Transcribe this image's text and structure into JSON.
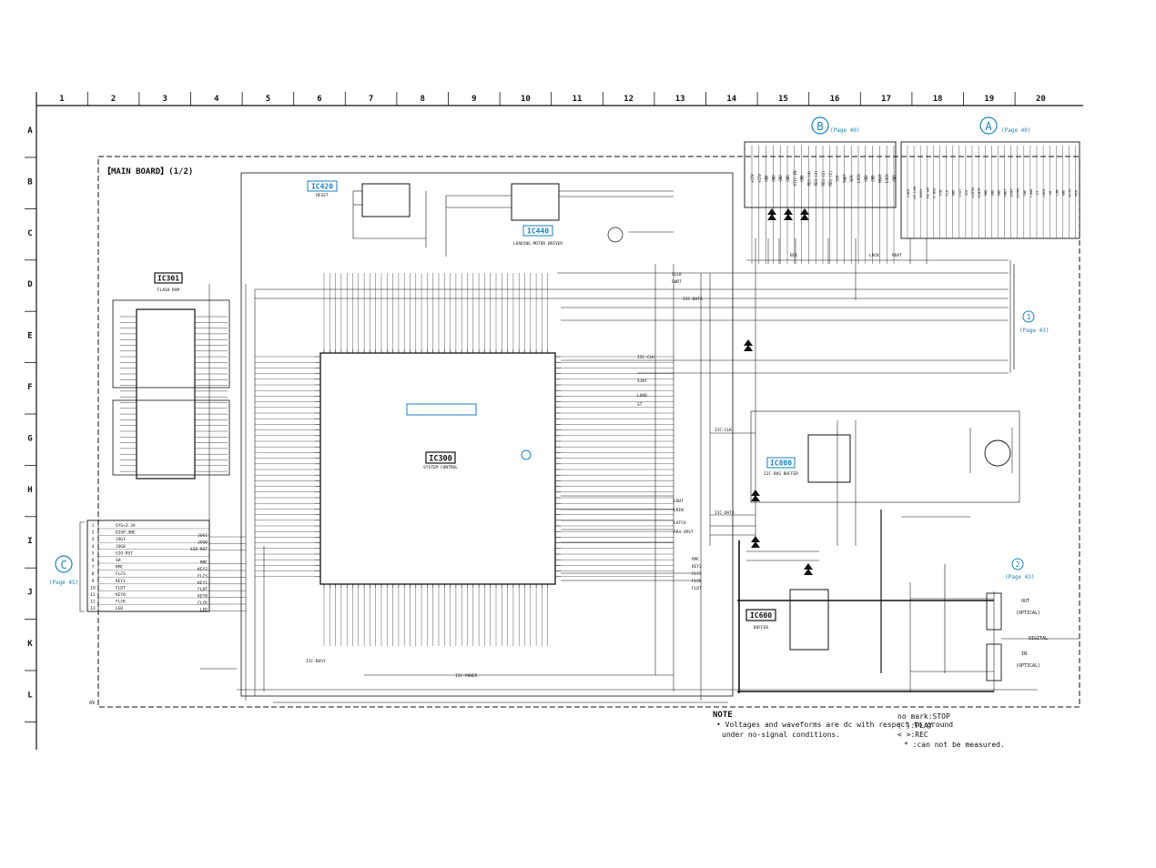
{
  "columns": [
    "1",
    "2",
    "3",
    "4",
    "5",
    "6",
    "7",
    "8",
    "9",
    "10",
    "11",
    "12",
    "13",
    "14",
    "15",
    "16",
    "17",
    "18",
    "19",
    "20"
  ],
  "rows": [
    "A",
    "B",
    "C",
    "D",
    "E",
    "F",
    "G",
    "H",
    "I",
    "J",
    "K",
    "L"
  ],
  "board_title": "【MAIN BOARD】(1/2)",
  "ics": {
    "ic420": {
      "name": "IC420",
      "desc": "RESET"
    },
    "ic440": {
      "name": "IC440",
      "desc": "LOADING MOTOR DRIVER"
    },
    "ic301": {
      "name": "IC301",
      "desc": "FLASH RAM"
    },
    "ic300": {
      "name": "IC300",
      "desc": "SYSTEM CONTROL"
    },
    "ic800": {
      "name": "IC800",
      "desc": "I2C BUS BUFFER"
    },
    "ic600": {
      "name": "IC600",
      "desc": "BUFFER"
    }
  },
  "connectors": {
    "a": {
      "letter": "A",
      "page": "(Page 40)"
    },
    "b": {
      "letter": "B",
      "page": "(Page 40)"
    },
    "c": {
      "letter": "C",
      "page": "(Page 45)"
    },
    "one": {
      "num": "1",
      "page": "(Page 43)"
    },
    "two": {
      "num": "2",
      "page": "(Page 43)"
    }
  },
  "connector_c_pins": [
    "SYS+3.3V",
    "DISP.ONE",
    "JOG1",
    "JOG0",
    "SIO-RST",
    "SH",
    "RMC",
    "FLCS",
    "KEY1",
    "FLDT",
    "KEY0",
    "FLCK",
    "LED"
  ],
  "connector_c_right": [
    "JOG1",
    "JOG0",
    "SIO-RST",
    "",
    "RMC",
    "KEY2",
    "FLCS",
    "KEY1",
    "FLDT",
    "KEY0",
    "FLCK",
    "LED"
  ],
  "connector_b_pins": [
    "+15V",
    "+15V",
    "GND",
    "GND",
    "GND",
    "GND",
    "XIIC-EN",
    "GND",
    "REQ-(4)",
    "REQ-(3)",
    "REQ-(2)",
    "REQ-(1)",
    "SCK",
    "SWDT",
    "BCK",
    "LRCK",
    "GND",
    "GND",
    "MDAT",
    "LRCK",
    "GND"
  ],
  "connector_a_pins": [
    "LOCK",
    "LR-LOW",
    "BUSY",
    "RE-EN",
    "D-BUS",
    "STB",
    "CLK",
    "GND",
    "STDT",
    "SCK",
    "XLRTN",
    "XINTR",
    "GND",
    "GND",
    "GND",
    "SWDT",
    "XINT",
    "XSYNC",
    "GND",
    "LOAD",
    "ST",
    "LRCK",
    "LR",
    "LOW",
    "GND",
    "A+5V",
    "MCK"
  ],
  "optical": {
    "label1": "(OPTICAL)",
    "label2": "(OPTICAL)",
    "digital": "DIGITAL",
    "out": "OUT",
    "in": "IN"
  },
  "signals": [
    "IIC-DATA",
    "IIC-CLK",
    "XINT",
    "LOAD",
    "ST",
    "IIC-BUSY",
    "IIC-POWER",
    "LOUT",
    "LRIN",
    "LATCH",
    "AR4-XRST",
    "IIC-CLK",
    "IIC-DATA",
    "SCLK",
    "SWDT",
    "BCK",
    "LRCK",
    "MDAT",
    "RMC",
    "KEY2",
    "FLCS",
    "FLCK",
    "FLDT"
  ],
  "note": {
    "heading": "NOTE",
    "line1": "• Voltages and waveforms are dc with respect to ground",
    "line2": "under no-signal conditions.",
    "legend1": "no mark:STOP",
    "legend2": "(   ):PLAY",
    "legend3": "<   >:REC",
    "legend4": "*   :can not be measured."
  },
  "page_num": "09"
}
